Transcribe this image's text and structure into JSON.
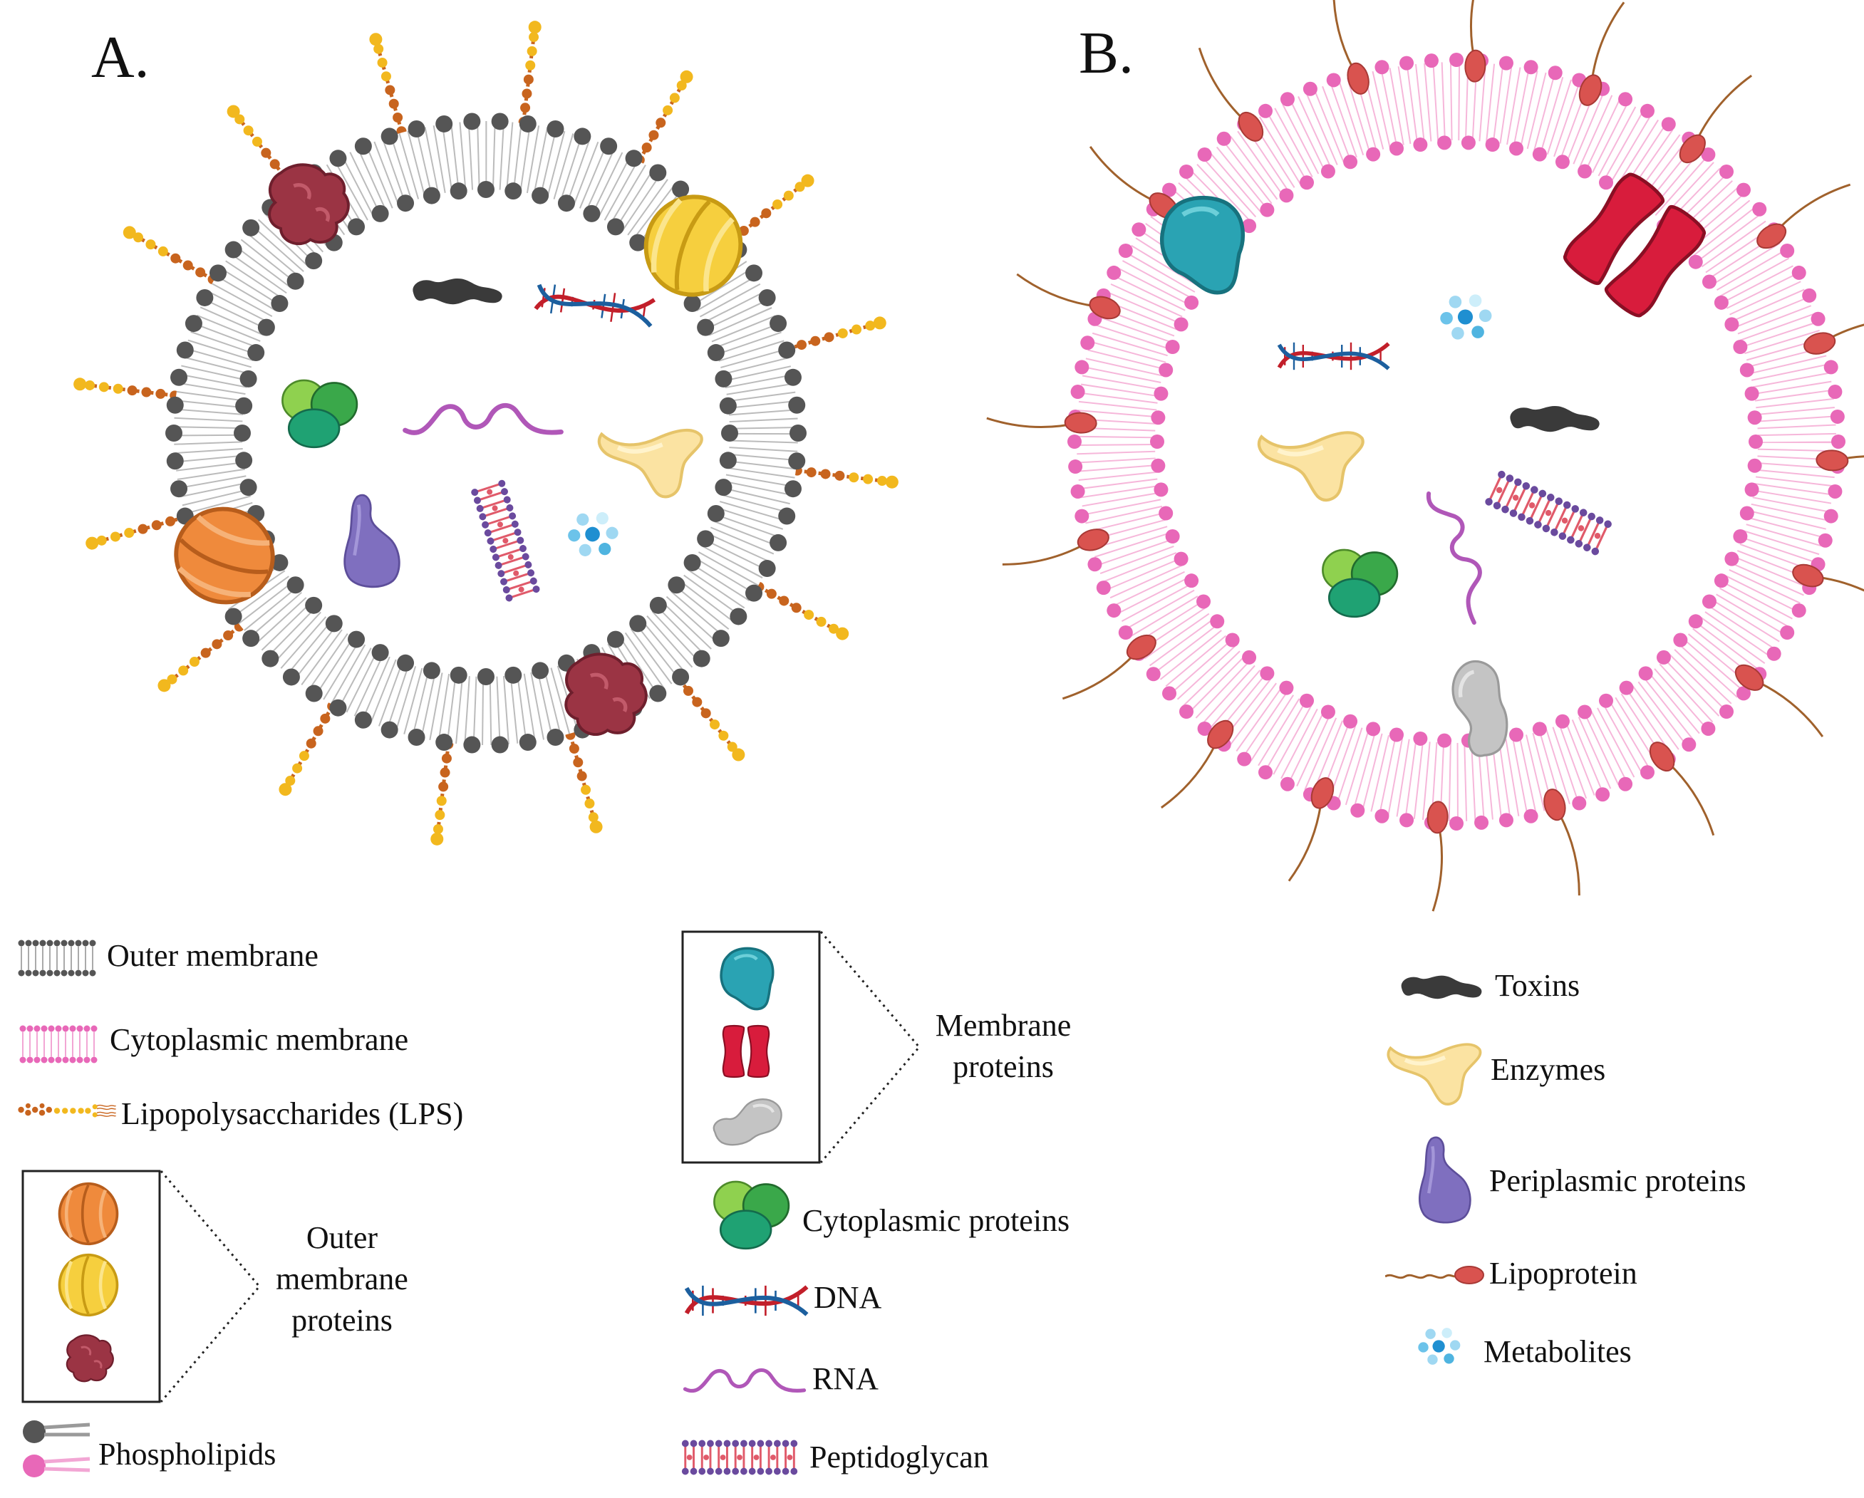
{
  "panels": {
    "a": {
      "label": "A."
    },
    "b": {
      "label": "B."
    }
  },
  "legend": {
    "outer_membrane": "Outer membrane",
    "cytoplasmic_membrane": "Cytoplasmic membrane",
    "lps": "Lipopolysaccharides (LPS)",
    "outer_membrane_proteins": [
      "Outer",
      "membrane",
      "proteins"
    ],
    "phospholipids": "Phospholipids",
    "membrane_proteins": [
      "Membrane",
      "proteins"
    ],
    "cytoplasmic_proteins": "Cytoplasmic proteins",
    "dna": "DNA",
    "rna": "RNA",
    "peptidoglycan": "Peptidoglycan",
    "toxins": "Toxins",
    "enzymes": "Enzymes",
    "periplasmic_proteins": "Periplasmic proteins",
    "lipoprotein": "Lipoprotein",
    "metabolites": "Metabolites"
  },
  "colors": {
    "outer_membrane_head": "#555555",
    "cytoplasmic_membrane_head": "#e868b8",
    "lps_dark": "#c8641e",
    "lps_light": "#f2b81e",
    "omp_orange": "#ef8a3c",
    "omp_yellow": "#f6cf3e",
    "omp_maroon": "#9b3444",
    "mp_teal": "#2aa3b3",
    "mp_red": "#d81c3c",
    "mp_grey": "#c4c4c4",
    "cytoplasmic_protein": "#4cb860",
    "dna_red": "#c21f2a",
    "dna_blue": "#1c5f9e",
    "rna": "#b057b8",
    "peptidoglycan_pink": "#e05a6a",
    "peptidoglycan_purple": "#6a4a9e",
    "toxin": "#3a3a3a",
    "enzyme": "#fbe3a2",
    "periplasmic_protein": "#7f6fbf",
    "lipoprotein_body": "#d9534f",
    "lipoprotein_tail": "#a0612c",
    "metabolite": "#4fb4e0"
  }
}
